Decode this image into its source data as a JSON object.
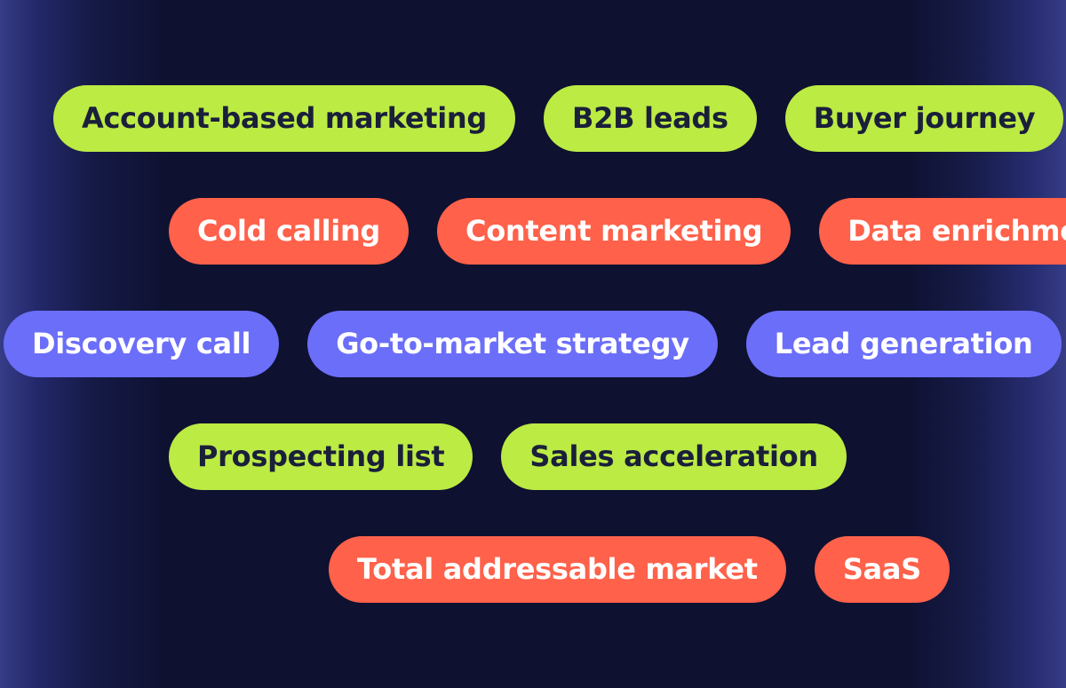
{
  "colors": {
    "background": "#0e1130",
    "edge_glow": "#363c86",
    "green": "#bceb44",
    "red": "#ff614a",
    "blue": "#6b6ef8",
    "dark_text": "#1a1f3a",
    "light_text": "#ffffff"
  },
  "rows": [
    {
      "tags": [
        {
          "label": "Account-based marketing",
          "color": "green"
        },
        {
          "label": "B2B leads",
          "color": "green"
        },
        {
          "label": "Buyer journey",
          "color": "green"
        }
      ]
    },
    {
      "tags": [
        {
          "label": "Cold calling",
          "color": "red"
        },
        {
          "label": "Content marketing",
          "color": "red"
        },
        {
          "label": "Data enrichment",
          "color": "red"
        }
      ]
    },
    {
      "tags": [
        {
          "label": "Discovery call",
          "color": "blue"
        },
        {
          "label": "Go-to-market strategy",
          "color": "blue"
        },
        {
          "label": "Lead generation",
          "color": "blue"
        }
      ]
    },
    {
      "tags": [
        {
          "label": "Prospecting list",
          "color": "green"
        },
        {
          "label": "Sales acceleration",
          "color": "green"
        }
      ]
    },
    {
      "tags": [
        {
          "label": "Total addressable market",
          "color": "red"
        },
        {
          "label": "SaaS",
          "color": "red"
        }
      ]
    }
  ]
}
